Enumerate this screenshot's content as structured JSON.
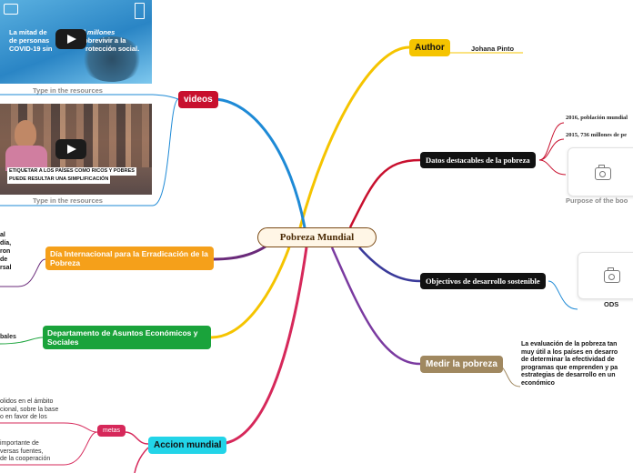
{
  "central": {
    "title": "Pobreza Mundial"
  },
  "author": {
    "label": "Author",
    "name": "Johana Pinto"
  },
  "datos": {
    "label": "Datos destacables de la pobreza",
    "items": [
      "2016, población mundial",
      "2015, 736 millones de pe"
    ],
    "caption": "Purpose of the boo"
  },
  "objetivos": {
    "label": "Objectivos de desarrollo sostenible",
    "caption": "ODS"
  },
  "medir": {
    "label": "Medir la pobreza",
    "text": [
      "La evaluación de la pobreza tan",
      "muy útil a los países en desarro",
      "de determinar la efectividad de",
      "programas que emprenden y pa",
      "estrategias de desarrollo en un",
      "económico"
    ]
  },
  "videos": {
    "label": "videos",
    "caption1": "Type in the resources",
    "caption2": "Type in the resources",
    "thumb1_text": [
      "La mitad de",
      "mil millones",
      "de personas",
      "sobrevivir a la",
      "COVID-19 sin",
      "rotección social."
    ],
    "thumb2_text": [
      "ETIQUETAR A LOS PAÍSES COMO RICOS Y POBRES",
      "PUEDE RESULTAR UNA SIMPLIFICACIÓN"
    ]
  },
  "dia": {
    "label": "Día Internacional para la Erradicación de la Pobreza",
    "text": [
      "al",
      "",
      "día,",
      "ron",
      "de",
      "rsal"
    ]
  },
  "departamento": {
    "label": "Departamento de Asuntos Económicos y Sociales",
    "text": "bales"
  },
  "accion": {
    "label": "Accion mundial",
    "metas": {
      "label": "metas"
    },
    "text1": [
      "olidos en el ámbito",
      "cional, sobre la base",
      "o en favor de los"
    ],
    "text2": [
      "importante de",
      "versas fuentes,",
      "de la cooperación"
    ]
  },
  "colors": {
    "author": "#f5c400",
    "datos": "#111111",
    "objetivos": "#111111",
    "medir": "#a08860",
    "videos": "#c8102e",
    "dia": "#f5a01a",
    "departamento": "#1aa33b",
    "accion": "#22d4e8",
    "metas": "#d6285a"
  }
}
